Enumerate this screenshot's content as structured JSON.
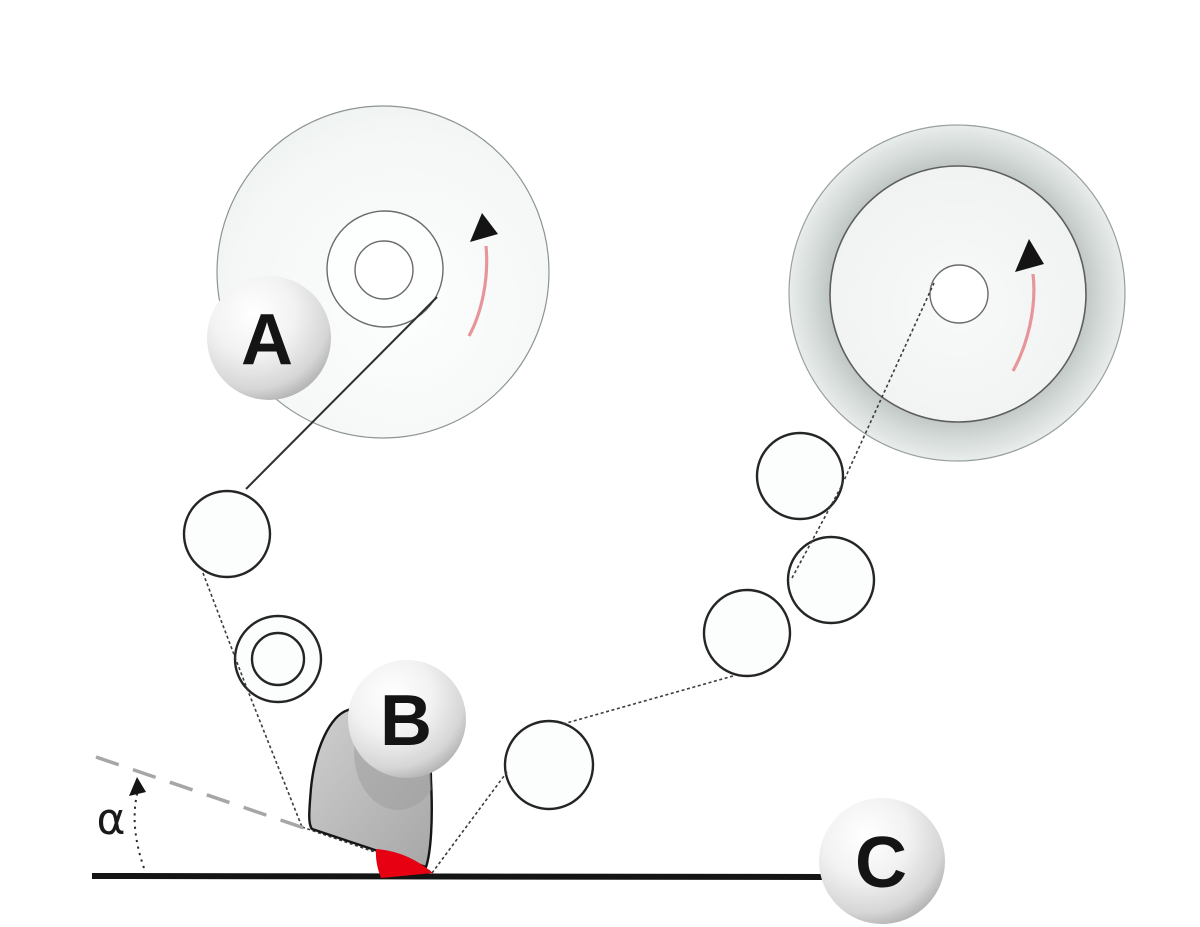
{
  "labels": {
    "marker_a": "A",
    "marker_b": "B",
    "marker_c": "C",
    "peel_angle": "α"
  },
  "colors": {
    "peel_wedge_red": "#e60012",
    "rotation_arrow_red": "#e8959a",
    "web_line_black": "#141414",
    "guide_dash_gray": "#a6a6a6",
    "label_fill_gray": "#bdbdbd"
  }
}
